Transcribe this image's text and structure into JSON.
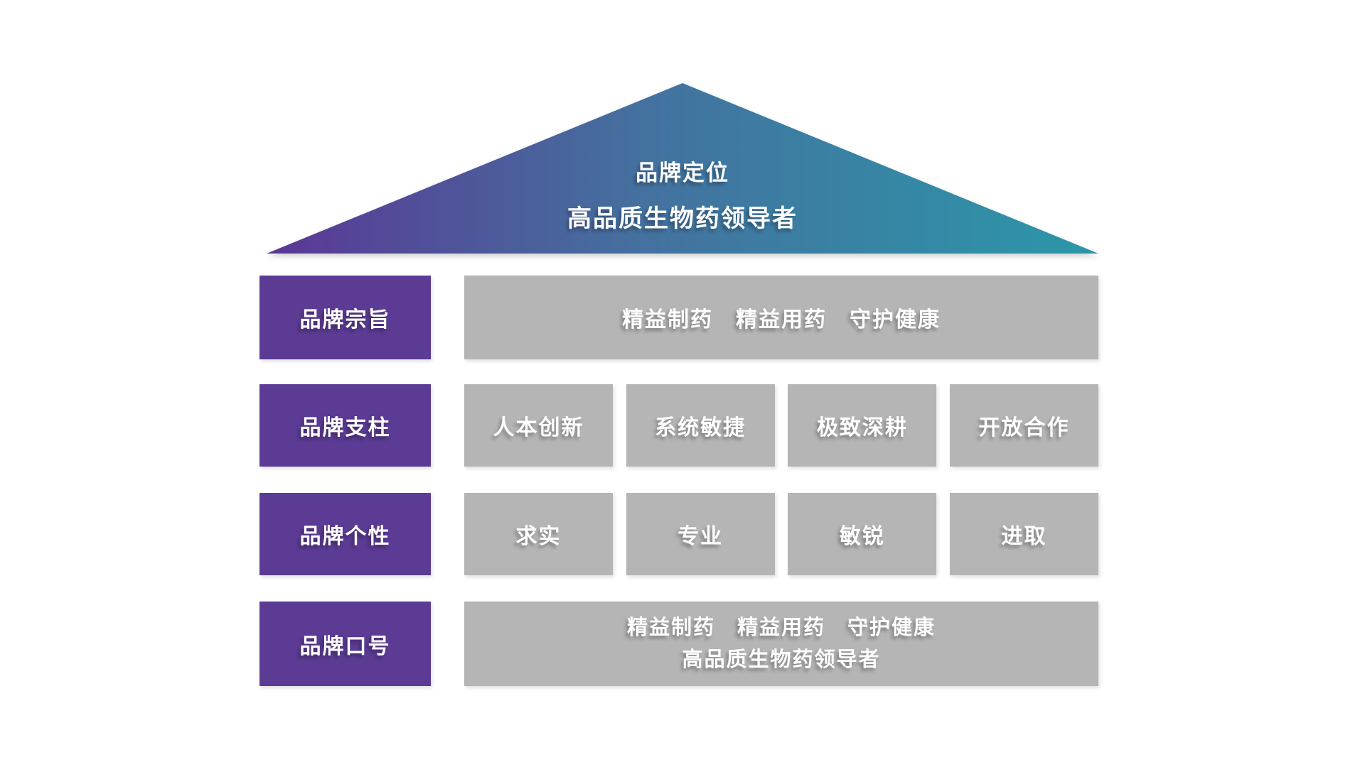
{
  "colors": {
    "background": "#ffffff",
    "label_purple": "#5b3b94",
    "cell_gray": "#b5b5b5",
    "roof_gradient_left": "#5a3795",
    "roof_gradient_mid": "#44719f",
    "roof_gradient_right": "#2b97a9",
    "text_white": "#ffffff"
  },
  "roof": {
    "title": "品牌定位",
    "subtitle": "高品质生物药领导者"
  },
  "rows": [
    {
      "label": "品牌宗旨",
      "items": [
        "精益制药　精益用药　守护健康"
      ]
    },
    {
      "label": "品牌支柱",
      "items": [
        "人本创新",
        "系统敏捷",
        "极致深耕",
        "开放合作"
      ]
    },
    {
      "label": "品牌个性",
      "items": [
        "求实",
        "专业",
        "敏锐",
        "进取"
      ]
    },
    {
      "label": "品牌口号",
      "items": [
        "精益制药　精益用药　守护健康",
        "高品质生物药领导者"
      ]
    }
  ]
}
